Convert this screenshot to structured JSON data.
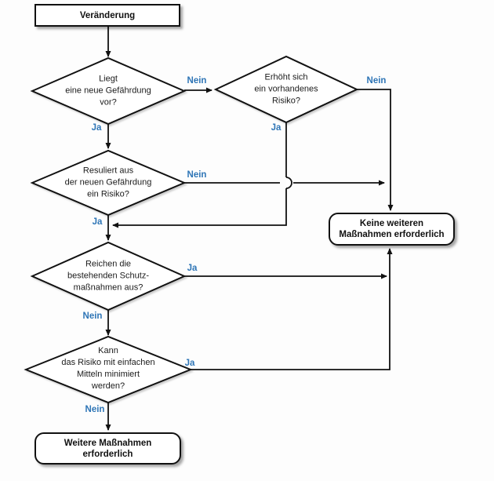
{
  "diagram": {
    "type": "flowchart",
    "language": "de",
    "nodes": {
      "start": "Veränderung",
      "d1": "Liegt\neine neue Gefährdung\nvor?",
      "d2": "Erhöht sich\nein vorhandenes\nRisiko?",
      "d3": "Resuliert aus\nder neuen Gefährdung\nein Risiko?",
      "d4": "Reichen die\nbestehenden Schutz-\nmaßnahmen aus?",
      "d5": "Kann\ndas Risiko mit einfachen\nMitteln minimiert\nwerden?",
      "end_no_action": "Keine weiteren\nMaßnahmen erforderlich",
      "end_action": "Weitere Maßnahmen\nerforderlich"
    },
    "labels": {
      "yes": "Ja",
      "no": "Nein"
    },
    "edges": [
      {
        "from": "start",
        "to": "d1",
        "label": ""
      },
      {
        "from": "d1",
        "to": "d2",
        "label": "Nein"
      },
      {
        "from": "d1",
        "to": "d3",
        "label": "Ja"
      },
      {
        "from": "d2",
        "to": "end_no_action",
        "label": "Nein"
      },
      {
        "from": "d2",
        "to": "d4",
        "label": "Ja"
      },
      {
        "from": "d3",
        "to": "end_no_action",
        "label": "Nein"
      },
      {
        "from": "d3",
        "to": "d4",
        "label": "Ja"
      },
      {
        "from": "d4",
        "to": "end_no_action",
        "label": "Ja"
      },
      {
        "from": "d4",
        "to": "d5",
        "label": "Nein"
      },
      {
        "from": "d5",
        "to": "end_no_action",
        "label": "Ja"
      },
      {
        "from": "d5",
        "to": "end_action",
        "label": "Nein"
      }
    ],
    "colors": {
      "edge_label_blue": "#2E75B6",
      "line": "#111111",
      "node_fill": "#ffffff",
      "background": "#fdfdfd"
    }
  }
}
